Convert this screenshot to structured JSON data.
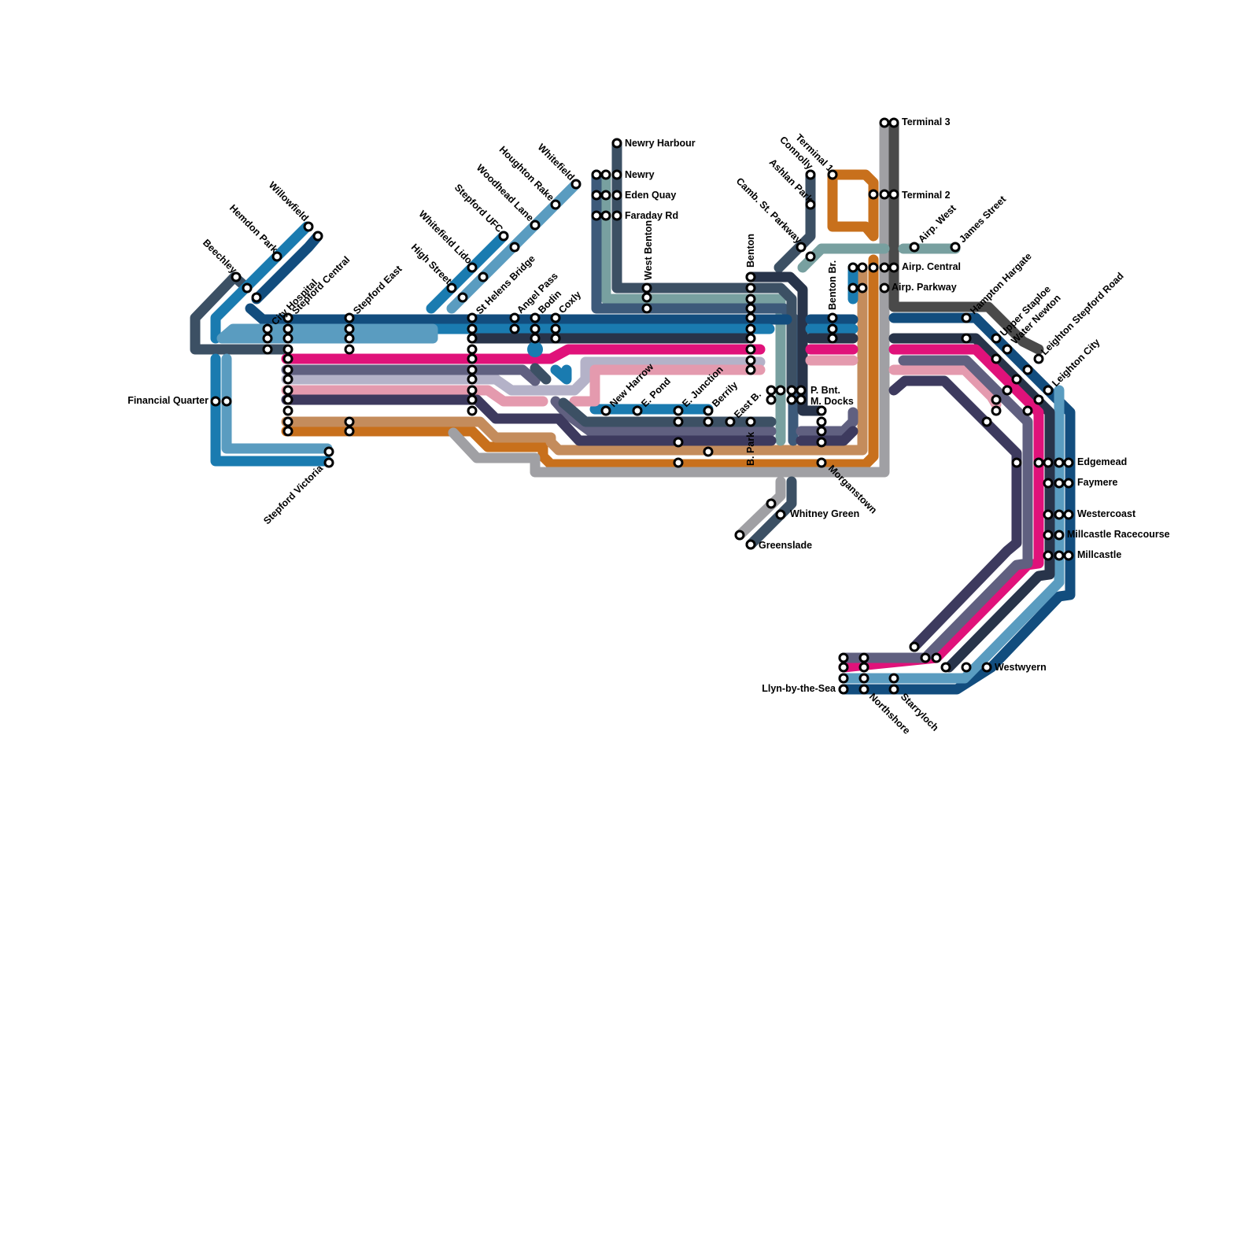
{
  "colors": {
    "blue": "#1a7bb0",
    "navy": "#124d7e",
    "teal_blue": "#5a9cc0",
    "slate": "#3c5064",
    "slate_blue": "#3d5a7a",
    "magenta": "#e0127a",
    "lavender": "#b4b2c8",
    "pink": "#e49aae",
    "purple_gray": "#606080",
    "dark_purple": "#3d3a5e",
    "tan": "#c48c5c",
    "orange": "#c8701c",
    "gray": "#a0a0a4",
    "dark_gray": "#4a4a4a",
    "sage": "#78a0a0",
    "midnight": "#28344a",
    "steel": "#6e8ca6"
  },
  "stations": {
    "terminal_3": "Terminal 3",
    "terminal_2": "Terminal 2",
    "terminal_1": "Terminal 1",
    "connolly": "Connolly",
    "ashlan_park": "Ashlan Park",
    "camb_st_parkway": "Camb. St. Parkway",
    "airp_west": "Airp. West",
    "james_street": "James Street",
    "airp_central": "Airp. Central",
    "airp_parkway": "Airp. Parkway",
    "benton_br": "Benton Br.",
    "benton": "Benton",
    "newry_harbour": "Newry Harbour",
    "newry": "Newry",
    "eden_quay": "Eden Quay",
    "faraday_rd": "Faraday Rd",
    "west_benton": "West Benton",
    "whitefield": "Whitefield",
    "houghton_rake": "Houghton Rake",
    "woodhead_lane": "Woodhead Lane",
    "stepford_ufc": "Stepford UFC",
    "whitefield_lido": "Whitefield Lido",
    "high_street": "High Street",
    "st_helens_bridge": "St Helens Bridge",
    "angel_pass": "Angel Pass",
    "bodin": "Bodin",
    "coxly": "Coxly",
    "willowfield": "Willowfield",
    "hemdon_park": "Hemdon Park",
    "beechley": "Beechley",
    "city_hospital": "City Hospital",
    "stepford_central": "Stepford Central",
    "stepford_east": "Stepford East",
    "financial_quarter": "Financial Quarter",
    "stepford_victoria": "Stepford Victoria",
    "new_harrow": "New Harrow",
    "e_pond": "E. Pond",
    "e_junction": "E. Junction",
    "berrily": "Berrily",
    "east_b": "East B.",
    "b_park": "B. Park",
    "p_bnt": "P. Bnt.",
    "m_docks": "M. Docks",
    "morganstown": "Morganstown",
    "whitney_green": "Whitney Green",
    "greenslade": "Greenslade",
    "hampton_hargate": "Hampton Hargate",
    "upper_staploe": "Upper Staploe",
    "water_newton": "Water Newton",
    "leighton_stepford_road": "Leighton Stepford Road",
    "leighton_city": "Leighton City",
    "edgemead": "Edgemead",
    "faymere": "Faymere",
    "westercoast": "Westercoast",
    "millcastle_racecourse": "Millcastle Racecourse",
    "millcastle": "Millcastle",
    "westwyern": "Westwyern",
    "llyn_by_the_sea": "Llyn-by-the-Sea",
    "northshore": "Northshore",
    "starryloch": "Starryloch"
  }
}
